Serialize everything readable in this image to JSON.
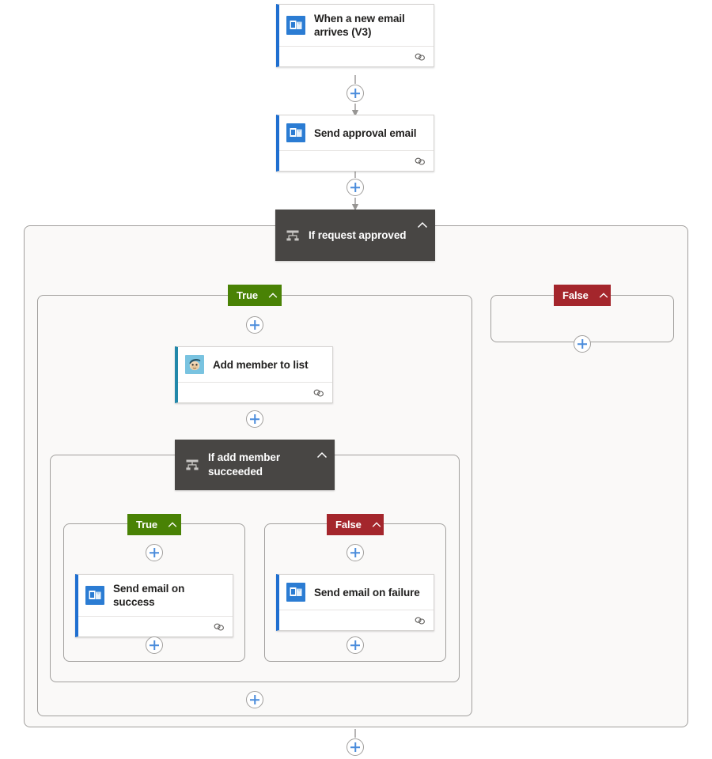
{
  "flow": {
    "title": "Power Automate flow designer canvas",
    "colors": {
      "canvas_background": "#ffffff",
      "scope_background": "#faf9f8",
      "scope_border": "#a19f9d",
      "condition_background": "#484644",
      "true_badge": "#498205",
      "false_badge": "#a4262c",
      "outlook_accent": "#1f6fd0",
      "mailchimp_accent": "#2288aa",
      "plus_glyph": "#4a8cdb",
      "edge_line": "#979593"
    },
    "nodes": [
      {
        "id": "trigger-new-email",
        "title": "When a new email arrives (V3)",
        "icon": "outlook-icon",
        "connector_icon": "chain-icon",
        "accent": "#1f6fd0",
        "type": "trigger"
      },
      {
        "id": "send-approval-email",
        "title": "Send approval email",
        "icon": "outlook-icon",
        "connector_icon": "chain-icon",
        "accent": "#1f6fd0",
        "type": "action"
      },
      {
        "id": "if-request-approved",
        "title": "If request approved",
        "icon": "condition-icon",
        "chevron": "chevron-up-icon",
        "type": "condition"
      },
      {
        "id": "add-member-to-list",
        "title": "Add member to list",
        "icon": "mailchimp-icon",
        "connector_icon": "chain-icon",
        "accent": "#2288aa",
        "type": "action"
      },
      {
        "id": "if-add-member-succeeded",
        "title": "If add member succeeded",
        "icon": "condition-icon",
        "chevron": "chevron-up-icon",
        "type": "condition"
      },
      {
        "id": "send-email-on-success",
        "title": "Send email on success",
        "icon": "outlook-icon",
        "connector_icon": "chain-icon",
        "accent": "#1f6fd0",
        "type": "action"
      },
      {
        "id": "send-email-on-failure",
        "title": "Send email on failure",
        "icon": "outlook-icon",
        "connector_icon": "chain-icon",
        "accent": "#1f6fd0",
        "type": "action"
      }
    ],
    "badges": {
      "true_label": "True",
      "false_label": "False",
      "chevron": "chevron-up-icon"
    },
    "add_buttons": [
      {
        "id": "add-after-trigger",
        "label": "+"
      },
      {
        "id": "add-after-approval-email",
        "label": "+"
      },
      {
        "id": "add-in-false-branch-outer",
        "label": "+"
      },
      {
        "id": "add-before-add-member",
        "label": "+"
      },
      {
        "id": "add-after-add-member",
        "label": "+"
      },
      {
        "id": "add-before-success-email",
        "label": "+"
      },
      {
        "id": "add-after-success-email",
        "label": "+"
      },
      {
        "id": "add-before-failure-email",
        "label": "+"
      },
      {
        "id": "add-after-failure-email",
        "label": "+"
      },
      {
        "id": "add-after-inner-condition",
        "label": "+"
      },
      {
        "id": "add-after-outer-condition",
        "label": "+"
      }
    ]
  }
}
